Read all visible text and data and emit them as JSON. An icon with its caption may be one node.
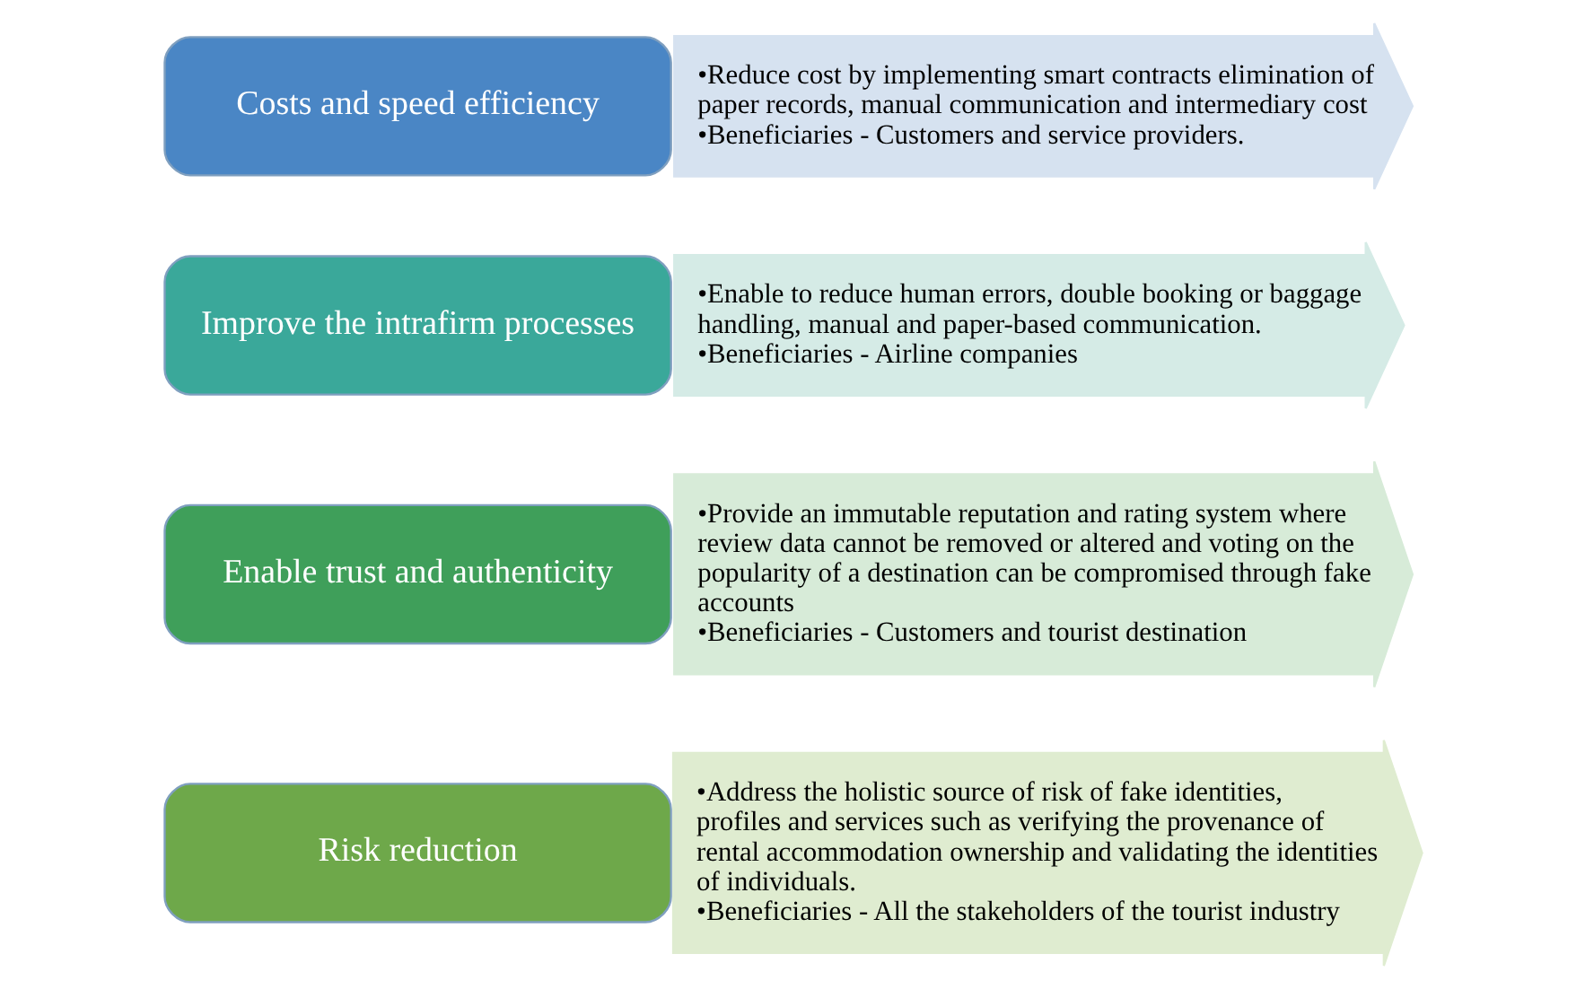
{
  "diagram": {
    "nodes": [
      {
        "text": [
          "Costs and speed efficiency"
        ]
      },
      {
        "text": [
          "•Reduce cost by implementing smart contracts elimination of paper records, manual communication and intermediary cost",
          "•Beneficiaries - Customers and service providers."
        ]
      },
      {
        "text": [
          "Improve the intrafirm processes"
        ]
      },
      {
        "text": [
          "•Enable to reduce human errors, double booking or baggage handling, manual and paper-based communication.",
          "•Beneficiaries - Airline companies"
        ]
      },
      {
        "text": [
          "Enable trust and authenticity"
        ]
      },
      {
        "text": [
          "•Provide an immutable reputation and rating system where review data cannot be removed or altered and voting on the popularity of a destination can be compromised through fake accounts",
          "•Beneficiaries - Customers and tourist destination"
        ]
      },
      {
        "text": [
          "Risk reduction"
        ]
      },
      {
        "text": [
          "•Address the holistic source of risk of fake identities, profiles and services such as verifying the provenance of rental accommodation ownership and validating the identities of individuals.",
          "•Beneficiaries - All the stakeholders of the tourist industry"
        ]
      }
    ],
    "edges": []
  }
}
